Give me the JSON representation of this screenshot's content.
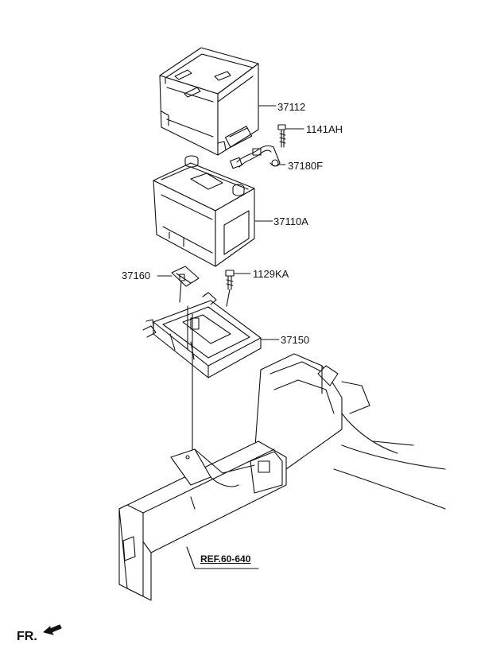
{
  "labels": {
    "p37112": "37112",
    "p1141ah": "1141AH",
    "p37180f": "37180F",
    "p37110a": "37110A",
    "p37160": "37160",
    "p1129ka": "1129KA",
    "p37150": "37150"
  },
  "reference": "REF.60-640",
  "front": "FR.",
  "colors": {
    "line": "#111111",
    "background": "#ffffff"
  }
}
